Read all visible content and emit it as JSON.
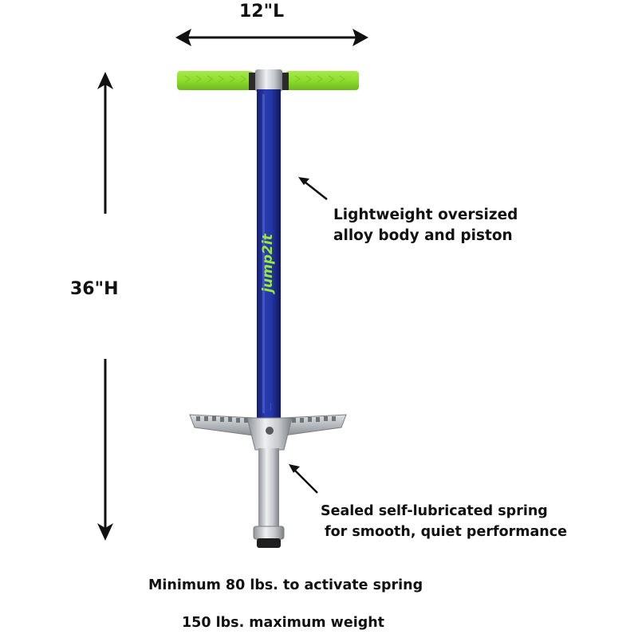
{
  "dimensions": {
    "length": "12\"L",
    "height": "36\"H"
  },
  "callouts": {
    "body_line1": "Lightweight oversized",
    "body_line2": "alloy body and piston",
    "spring_line1": "Sealed self-lubricated spring",
    "spring_line2": "for smooth, quiet performance"
  },
  "notes": {
    "minimum_weight": "Minimum 80 lbs. to activate spring",
    "maximum_weight": "150 lbs. maximum weight"
  },
  "product": {
    "brand_logo": "jump2it",
    "shaft_color": "#1f2f9a",
    "grip_color": "#8fdc2e",
    "metal_color": "#b9bcc0"
  }
}
